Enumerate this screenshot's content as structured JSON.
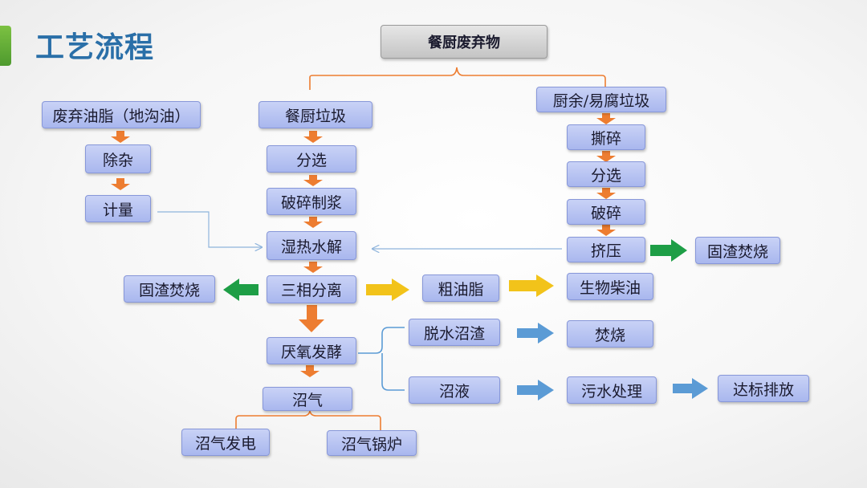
{
  "title": "工艺流程",
  "nodes": {
    "top": "餐厨废弃物",
    "waste_oil": "废弃油脂（地沟油）",
    "impurity": "除杂",
    "metering": "计量",
    "kitchen_waste": "餐厨垃圾",
    "sort_left": "分选",
    "crush_pulp": "破碎制浆",
    "hydrolysis": "湿热水解",
    "three_phase": "三相分离",
    "residue_left": "固渣焚烧",
    "crude_oil": "粗油脂",
    "biodiesel": "生物柴油",
    "anaerobic": "厌氧发酵",
    "biogas": "沼气",
    "biogas_power": "沼气发电",
    "biogas_boiler": "沼气锅炉",
    "dewatered": "脱水沼渣",
    "incinerate": "焚烧",
    "digestate": "沼液",
    "sewage": "污水处理",
    "discharge": "达标排放",
    "food_residue": "厨余/易腐垃圾",
    "shred": "撕碎",
    "sort_right": "分选",
    "crush_right": "破碎",
    "squeeze": "挤压",
    "residue_right": "固渣焚烧"
  },
  "colors": {
    "orange_arrow": "#ed7d31",
    "green_arrow": "#1e9e46",
    "yellow_arrow": "#f2c31a",
    "blue_arrow": "#5b9bd5",
    "connector": "#ed7d31",
    "thin_line": "#8fb4dc"
  }
}
